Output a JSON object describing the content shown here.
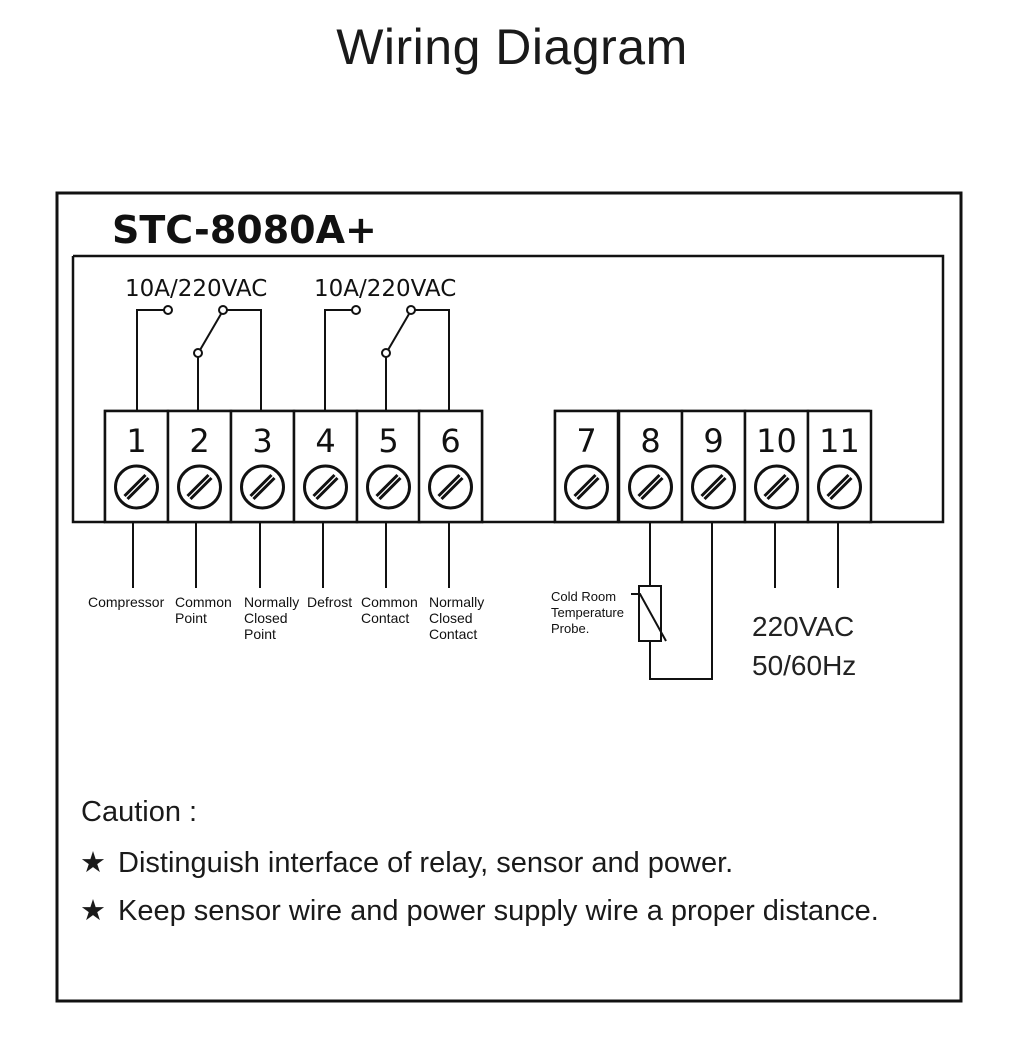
{
  "title": "Wiring Diagram",
  "model": "STC-8080A+",
  "relay_ratings": [
    "10A/220VAC",
    "10A/220VAC"
  ],
  "terminals": [
    "1",
    "2",
    "3",
    "4",
    "5",
    "6",
    "7",
    "8",
    "9",
    "10",
    "11"
  ],
  "terminal_labels": [
    {
      "terminal": "1",
      "lines": [
        "Compressor"
      ]
    },
    {
      "terminal": "2",
      "lines": [
        "Common",
        "Point"
      ]
    },
    {
      "terminal": "3",
      "lines": [
        "Normally",
        "Closed",
        "Point"
      ]
    },
    {
      "terminal": "4",
      "lines": [
        "Defrost"
      ]
    },
    {
      "terminal": "5",
      "lines": [
        "Common",
        "Contact"
      ]
    },
    {
      "terminal": "6",
      "lines": [
        "Normally",
        "Closed",
        "Contact"
      ]
    }
  ],
  "probe_label": [
    "Cold Room",
    "Temperature",
    "Probe."
  ],
  "power_label": [
    "220VAC",
    "50/60Hz"
  ],
  "caution": {
    "heading": "Caution :",
    "star": "★",
    "items": [
      "Distinguish interface of relay, sensor and power.",
      "Keep sensor wire and power supply wire a proper distance."
    ]
  }
}
